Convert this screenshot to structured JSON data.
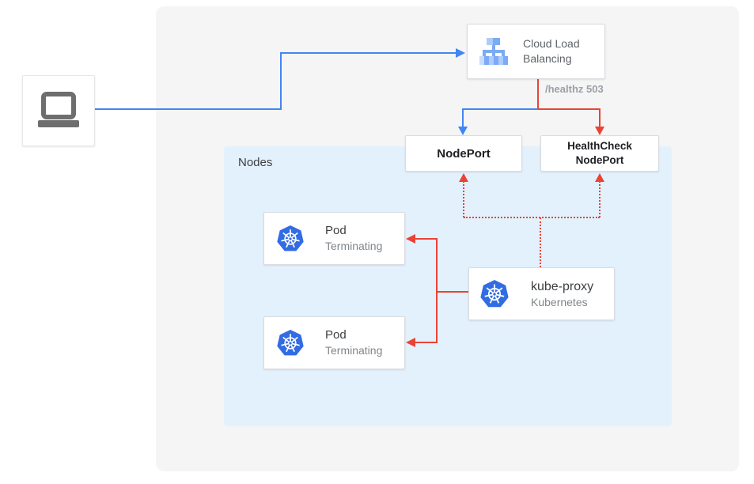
{
  "diagram": {
    "client": {
      "icon": "laptop-icon"
    },
    "cloud_load_balancing": {
      "icon": "load-balancer-icon",
      "label_line1": "Cloud Load",
      "label_line2": "Balancing"
    },
    "healthz_label": "/healthz 503",
    "nodeport": {
      "label": "NodePort"
    },
    "healthcheck_nodeport": {
      "label_line1": "HealthCheck",
      "label_line2": "NodePort"
    },
    "nodes_panel": {
      "label": "Nodes"
    },
    "pods": [
      {
        "icon": "kubernetes-icon",
        "title": "Pod",
        "status": "Terminating"
      },
      {
        "icon": "kubernetes-icon",
        "title": "Pod",
        "status": "Terminating"
      }
    ],
    "kube_proxy": {
      "icon": "kubernetes-icon",
      "title": "kube-proxy",
      "subtitle": "Kubernetes"
    },
    "colors": {
      "traffic_blue": "#4285f4",
      "health_red": "#ea4335",
      "nodes_background": "#e3f1fd",
      "outer_background": "#f5f5f5",
      "kubernetes_blue": "#326ce5",
      "bold_text": "#202124",
      "muted_text": "#80868b",
      "healthz_text": "#9aa0a6"
    }
  }
}
